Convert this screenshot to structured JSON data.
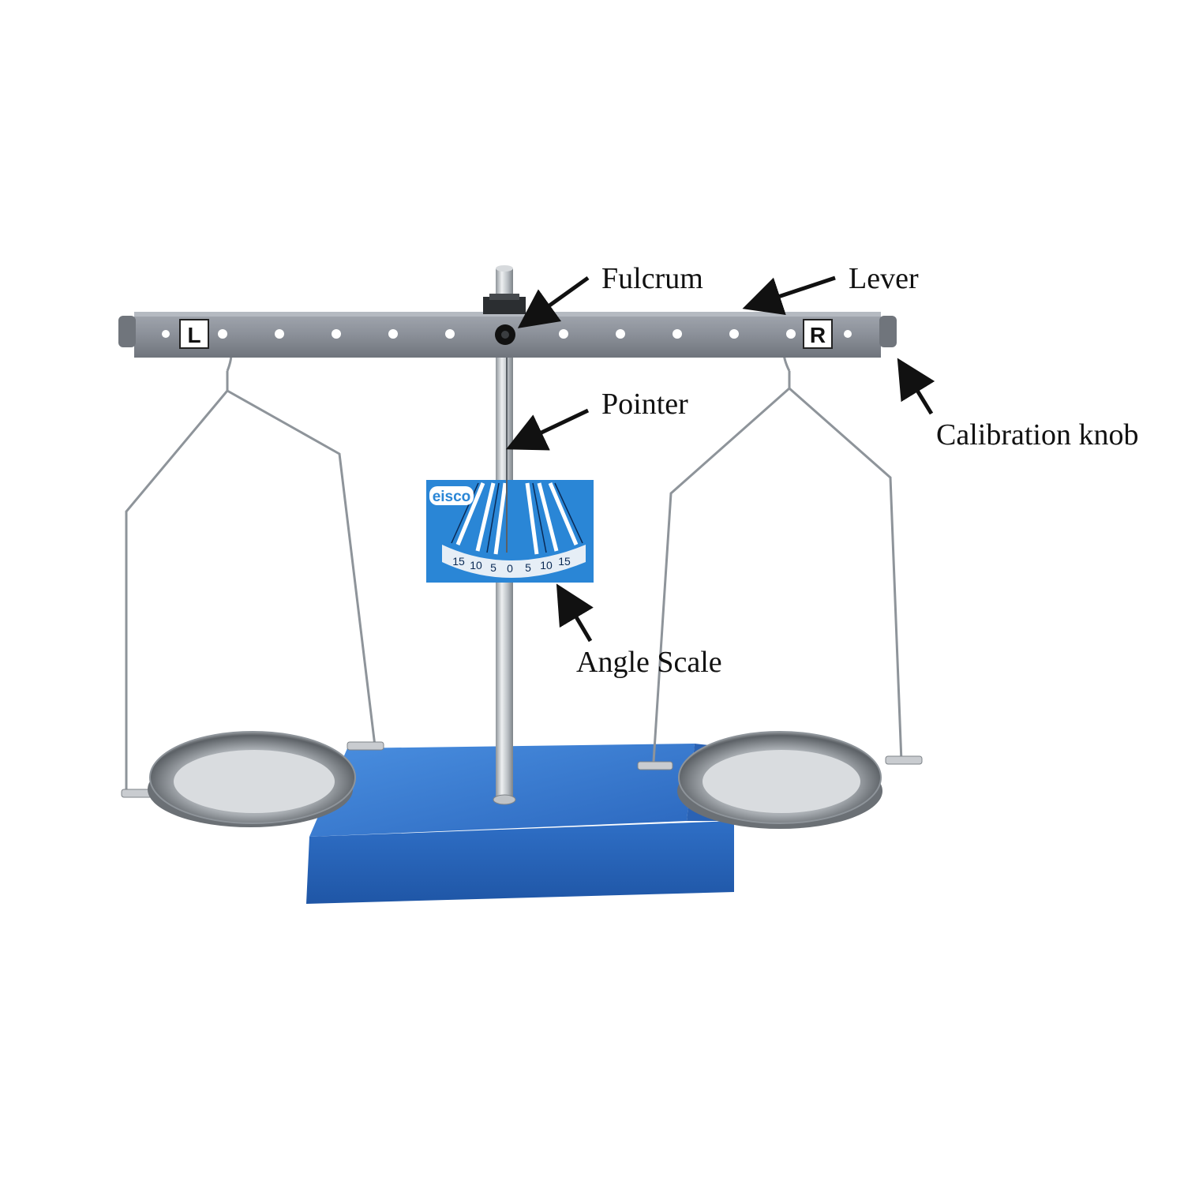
{
  "labels": {
    "fulcrum": "Fulcrum",
    "lever": "Lever",
    "pointer": "Pointer",
    "calibration_knob": "Calibration knob",
    "angle_scale": "Angle Scale"
  },
  "beam_marks": {
    "left": "L",
    "right": "R"
  },
  "scale_card": {
    "brand": "eisco",
    "ticks": [
      "15",
      "10",
      "5",
      "0",
      "5",
      "10",
      "15"
    ]
  },
  "colors": {
    "beam": "#8b9099",
    "base": "#2e6fc4",
    "scale_card": "#2a86d6",
    "rod": "#c2c7cc",
    "pan": "#c9ccd0",
    "arrow": "#111111"
  }
}
